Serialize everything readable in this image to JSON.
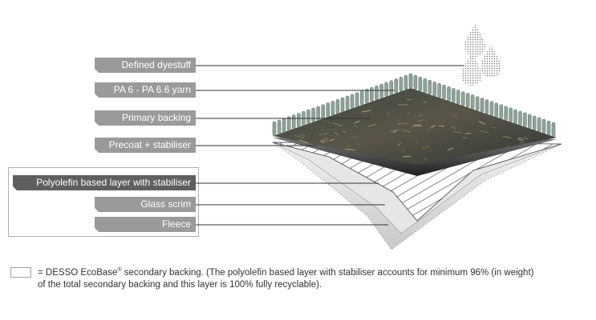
{
  "layers": [
    {
      "id": "dyestuff",
      "label": "Defined dyestuff"
    },
    {
      "id": "yarn",
      "label": "PA 6 - PA 6.6 yarn"
    },
    {
      "id": "primary",
      "label": "Primary backing"
    },
    {
      "id": "precoat",
      "label": "Precoat + stabiliser"
    },
    {
      "id": "polyolefin",
      "label": "Polyolefin based layer with stabiliser"
    },
    {
      "id": "glass",
      "label": "Glass scrim"
    },
    {
      "id": "fleece",
      "label": "Fleece"
    }
  ],
  "legend": {
    "symbol": "=",
    "brand": "DESSO EcoBase",
    "registered": "®",
    "text_line1": " secondary backing. (The polyolefin based layer with stabiliser accounts for minimum 96% (in weight)",
    "text_line2": "of the total secondary backing and this layer is 100% fully recyclable)."
  },
  "colors": {
    "label_bg": "#9a9a9a",
    "label_bg_dark": "#5f5f5f",
    "pile": "#8fa398",
    "precoat": "#3a3a3a",
    "hatch": "#555555",
    "fleece": "#d8d8d8"
  },
  "icons": [
    "water-drops-icon"
  ]
}
